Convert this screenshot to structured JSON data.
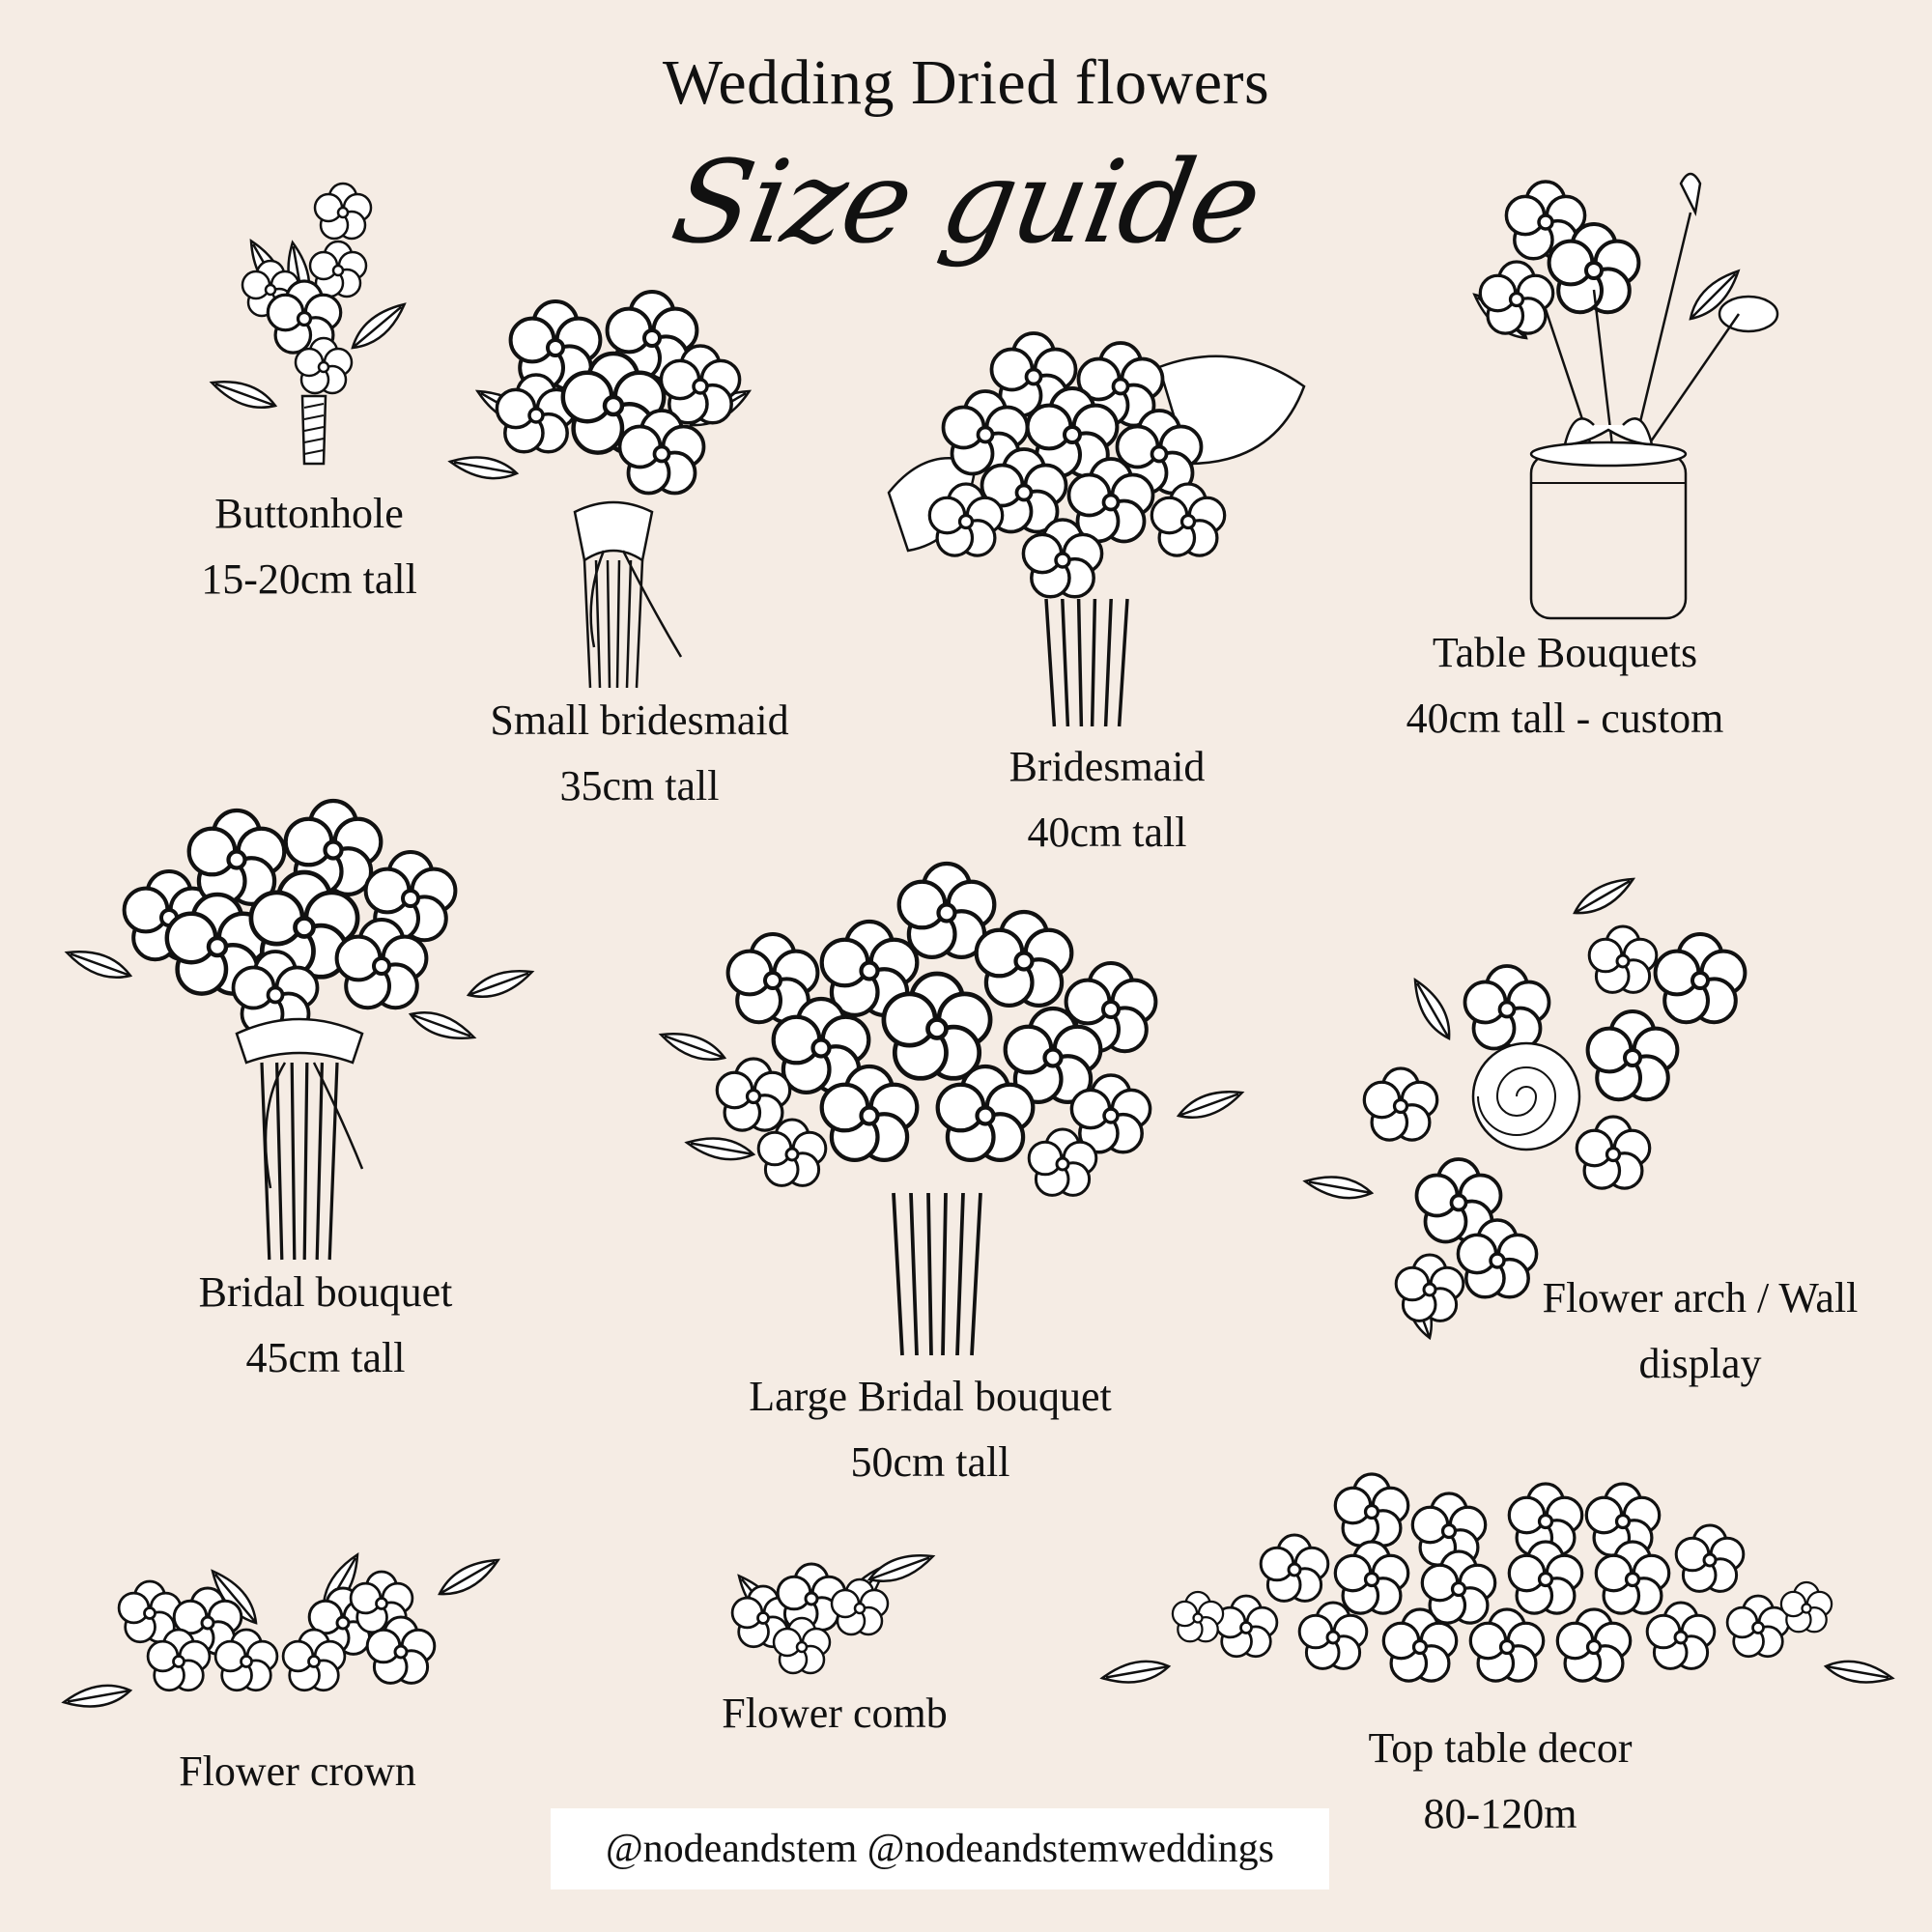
{
  "header": {
    "title": "Wedding Dried flowers",
    "subtitle": "Size guide"
  },
  "items": [
    {
      "name": "Buttonhole",
      "size": "15-20cm tall",
      "icon": "buttonhole-illustration"
    },
    {
      "name": "Small bridesmaid",
      "size": "35cm tall",
      "icon": "small-bridesmaid-bouquet-illustration"
    },
    {
      "name": "Bridesmaid",
      "size": "40cm tall",
      "icon": "bridesmaid-bouquet-illustration"
    },
    {
      "name": "Table Bouquets",
      "size": "40cm tall - custom",
      "icon": "table-bouquet-vase-illustration"
    },
    {
      "name": "Bridal bouquet",
      "size": "45cm tall",
      "icon": "bridal-bouquet-illustration"
    },
    {
      "name": "Large Bridal bouquet",
      "size": "50cm tall",
      "icon": "large-bridal-bouquet-illustration"
    },
    {
      "name": "Flower arch / Wall",
      "size": "display",
      "icon": "flower-arch-illustration"
    },
    {
      "name": "Flower crown",
      "size": "",
      "icon": "flower-crown-illustration"
    },
    {
      "name": "Flower comb",
      "size": "",
      "icon": "flower-comb-illustration"
    },
    {
      "name": "Top table decor",
      "size": "80-120m",
      "icon": "top-table-decor-illustration"
    }
  ],
  "footer": {
    "handles": "@nodeandstem @nodeandstemweddings"
  },
  "colors": {
    "background": "#f5ece4",
    "ink": "#111111",
    "handle_box": "#ffffff"
  }
}
